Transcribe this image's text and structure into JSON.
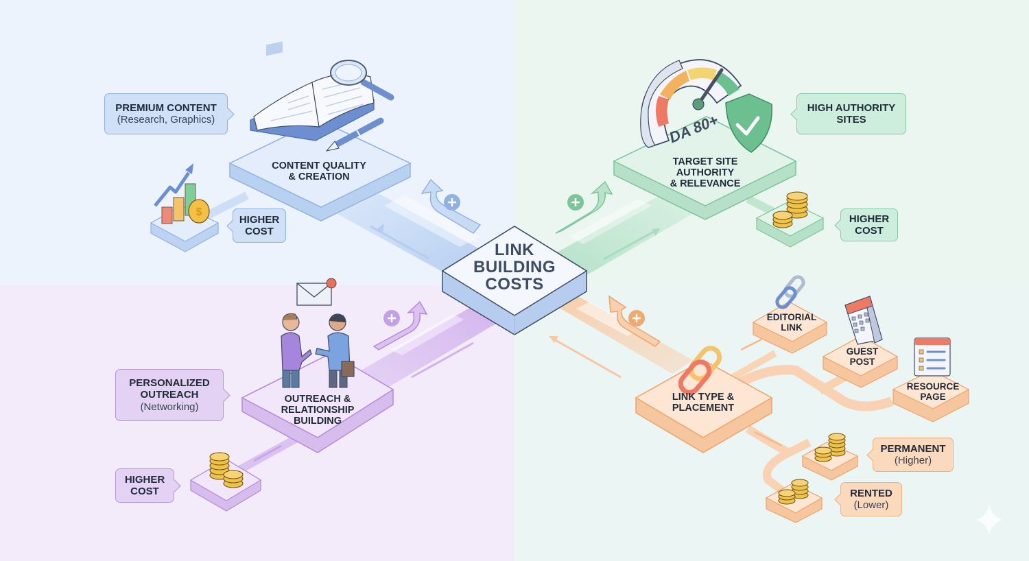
{
  "title": "LINK BUILDING COSTS",
  "center": {
    "lines": [
      "LINK",
      "BUILDING",
      "COSTS"
    ]
  },
  "colors": {
    "blue": "#7fa6de",
    "green": "#6cbf8f",
    "purple": "#b48ad8",
    "orange": "#f0a96e",
    "text": "#1f2937"
  },
  "quadrants": {
    "content": {
      "platform_lines": [
        "CONTENT QUALITY",
        "& CREATION"
      ],
      "callout_title": "PREMIUM CONTENT",
      "callout_sub": "(Research, Graphics)",
      "cost_lines": [
        "HIGHER",
        "COST"
      ],
      "icons": [
        "open-book-icon",
        "magnifier-icon",
        "pen-icon",
        "growth-chart-icon",
        "dollar-coin-icon",
        "plus-icon"
      ]
    },
    "authority": {
      "platform_lines": [
        "TARGET SITE",
        "AUTHORITY",
        "& RELEVANCE"
      ],
      "gauge_label": "DA 80+",
      "callout_lines": [
        "HIGH AUTHORITY",
        "SITES"
      ],
      "cost_lines": [
        "HIGHER",
        "COST"
      ],
      "icons": [
        "gauge-icon",
        "shield-check-icon",
        "coin-stack-icon",
        "plus-icon"
      ]
    },
    "outreach": {
      "platform_lines": [
        "OUTREACH &",
        "RELATIONSHIP",
        "BUILDING"
      ],
      "callout_title_lines": [
        "PERSONALIZED",
        "OUTREACH"
      ],
      "callout_sub": "(Networking)",
      "cost_lines": [
        "HIGHER",
        "COST"
      ],
      "icons": [
        "handshake-icon",
        "envelope-icon",
        "coin-stack-icon",
        "plus-icon"
      ]
    },
    "link_type": {
      "platform_lines": [
        "LINK TYPE &",
        "PLACEMENT"
      ],
      "options": [
        {
          "lines": [
            "EDITORIAL",
            "LINK"
          ],
          "icon": "chain-link-icon"
        },
        {
          "lines": [
            "GUEST",
            "POST"
          ],
          "icon": "calendar-icon"
        },
        {
          "lines": [
            "RESOURCE",
            "PAGE"
          ],
          "icon": "web-page-list-icon"
        }
      ],
      "permanent": {
        "title": "PERMANENT",
        "sub": "(Higher)"
      },
      "rented": {
        "title": "RENTED",
        "sub": "(Lower)"
      },
      "icons": [
        "chain-link-icon",
        "coin-stack-icon",
        "plus-icon"
      ]
    }
  },
  "watermark_icon": "sparkle-icon"
}
